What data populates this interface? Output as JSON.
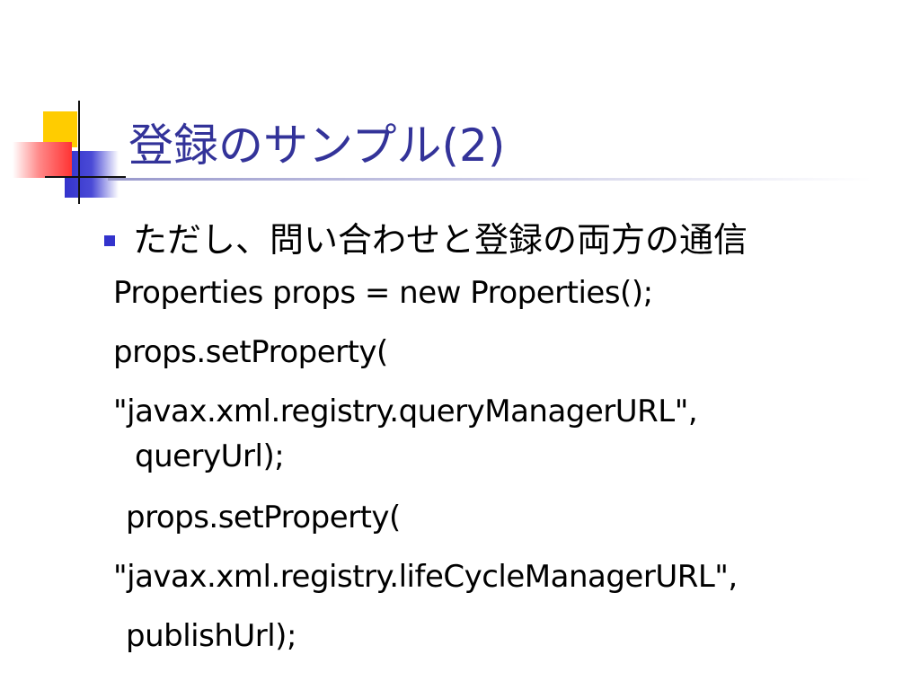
{
  "slide": {
    "title": "登録のサンプル(2)",
    "bullet": "ただし、問い合わせと登録の両方の通信",
    "lines": [
      "Properties props = new Properties();",
      "props.setProperty(",
      "\"javax.xml.registry.queryManagerURL\",",
      "queryUrl);",
      "props.setProperty(",
      "\"javax.xml.registry.lifeCycleManagerURL\",",
      "publishUrl);"
    ]
  },
  "colors": {
    "title": "#333399",
    "bullet_marker": "#3333cc",
    "accent_yellow": "#ffcc00",
    "accent_red": "#ff3333",
    "accent_blue": "#3333cc"
  }
}
